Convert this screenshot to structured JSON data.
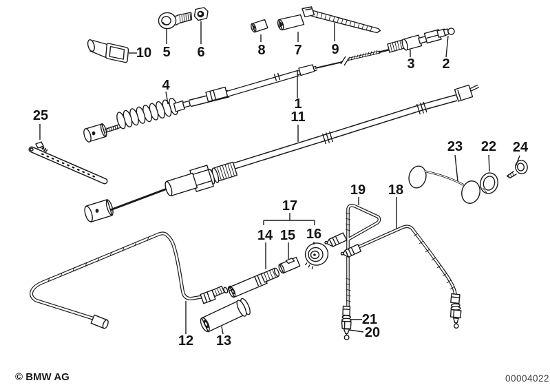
{
  "diagram": {
    "type": "exploded-parts-diagram",
    "copyright": "© BMW AG",
    "document_number": "00004022",
    "background": "#ffffff",
    "line_color": "#1a1a1a"
  },
  "part_numbers": [
    "1",
    "2",
    "3",
    "4",
    "5",
    "6",
    "7",
    "8",
    "9",
    "10",
    "11",
    "12",
    "13",
    "14",
    "15",
    "16",
    "17",
    "18",
    "19",
    "20",
    "21",
    "22",
    "23",
    "24",
    "25"
  ]
}
